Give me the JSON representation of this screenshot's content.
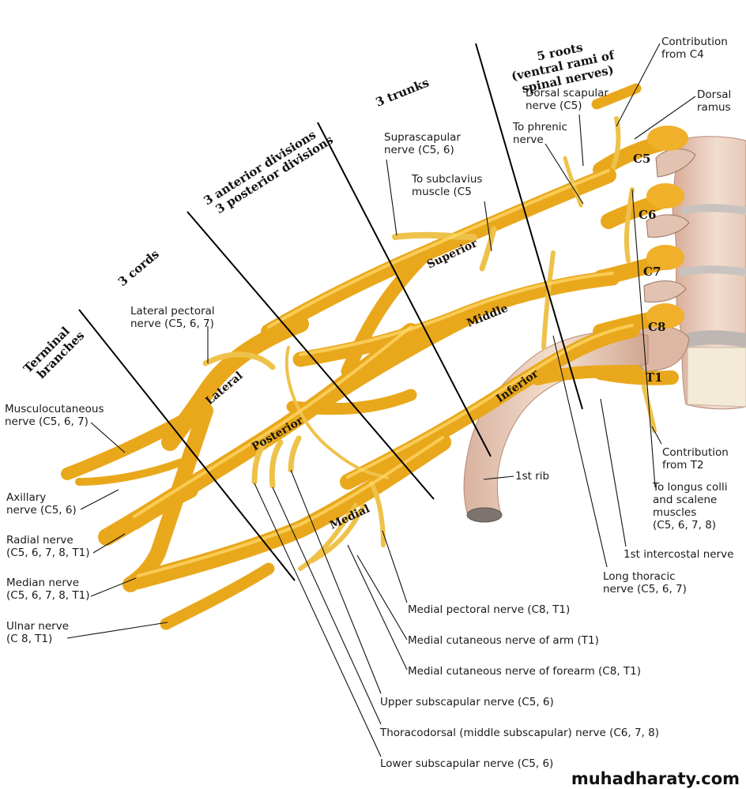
{
  "title": "Brachial plexus",
  "section_headers": {
    "roots": [
      "5 roots",
      "(ventral rami of",
      "spinal nerves)"
    ],
    "trunks": "3 trunks",
    "divisions": [
      "3 anterior divisions",
      "3 posterior divisions"
    ],
    "cords": "3 cords",
    "terminal": [
      "Terminal",
      "branches"
    ]
  },
  "root_labels": [
    "C5",
    "C6",
    "C7",
    "C8",
    "T1"
  ],
  "trunk_labels": [
    "Superior",
    "Middle",
    "Inferior"
  ],
  "cord_labels": [
    "Lateral",
    "Posterior",
    "Medial"
  ],
  "labels": {
    "contribution_c4": [
      "Contribution",
      "from C4"
    ],
    "dorsal_ramus": [
      "Dorsal",
      "ramus"
    ],
    "dorsal_scapular": [
      "Dorsal scapular",
      "nerve (C5)"
    ],
    "to_phrenic": [
      "To phrenic",
      "nerve"
    ],
    "suprascapular": [
      "Suprascapular",
      "nerve (C5, 6)"
    ],
    "to_subclavius": [
      "To subclavius",
      "muscle (C5"
    ],
    "lateral_pectoral": [
      "Lateral pectoral",
      "nerve (C5, 6, 7)"
    ],
    "musculocutaneous": [
      "Musculocutaneous",
      "nerve (C5, 6, 7)"
    ],
    "axillary": [
      "Axillary",
      "nerve (C5, 6)"
    ],
    "radial": [
      "Radial nerve",
      "(C5, 6, 7, 8, T1)"
    ],
    "median": [
      "Median nerve",
      "(C5, 6, 7, 8, T1)"
    ],
    "ulnar": [
      "Ulnar nerve",
      "(C    8, T1)"
    ],
    "first_rib": "1st rib",
    "contribution_t2": [
      "Contribution",
      "from T2"
    ],
    "longus_colli": [
      "To longus colli",
      "and scalene",
      "muscles",
      "(C5, 6, 7, 8)"
    ],
    "first_intercostal": "1st intercostal nerve",
    "long_thoracic": [
      "Long thoracic",
      "nerve (C5, 6, 7)"
    ],
    "medial_pectoral": "Medial pectoral nerve (C8, T1)",
    "medial_cutaneous_arm": "Medial cutaneous nerve of arm (T1)",
    "medial_cutaneous_forearm": "Medial cutaneous nerve of forearm (C8, T1)",
    "upper_subscapular": "Upper subscapular nerve (C5, 6)",
    "thoracodorsal": "Thoracodorsal (middle subscapular) nerve (C6, 7, 8)",
    "lower_subscapular": "Lower subscapular nerve (C5, 6)"
  },
  "watermark": "muhadharaty.com",
  "colors": {
    "nerve": "#e9a81c",
    "nerve_highlight": "#ffd86a",
    "bone": "#e8cbb8",
    "bone_shadow": "#c9a08c",
    "vertebra_body": "#f1e3d2",
    "line": "#111111"
  }
}
